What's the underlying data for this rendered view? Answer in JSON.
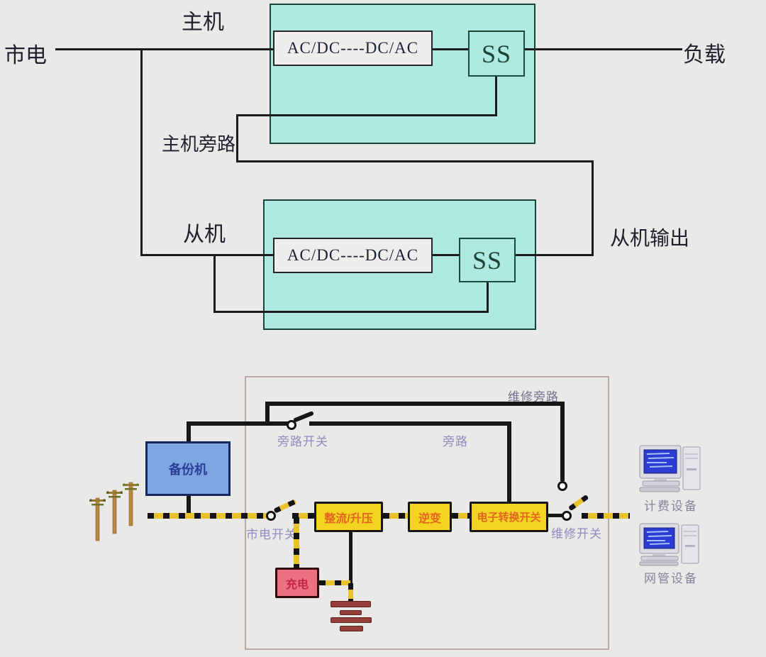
{
  "top": {
    "mains_label": "市电",
    "master_label": "主机",
    "master_converter": "AC/DC----DC/AC",
    "master_ss": "SS",
    "master_bypass_label": "主机旁路",
    "slave_label": "从机",
    "slave_converter": "AC/DC----DC/AC",
    "slave_ss": "SS",
    "load_label": "负载",
    "slave_output_label": "从机输出"
  },
  "bottom": {
    "maintenance_bypass_label": "维修旁路",
    "bypass_switch_label": "旁路开关",
    "bypass_label": "旁路",
    "backup_unit_label": "备份机",
    "mains_switch_label": "市电开关",
    "rectifier_label": "整流/升压",
    "inverter_label": "逆变",
    "transfer_switch_label": "电子转换开关",
    "maintenance_switch_label": "维修开关",
    "charger_label": "充电",
    "billing_equipment_label": "计费设备",
    "network_equipment_label": "网管设备"
  },
  "colors": {
    "background": "#e9e9e7",
    "unit_fill": "#aeeae2",
    "unit_border": "#17453a",
    "converter_fill": "#efeeec",
    "diagram_line": "#1c1c1c",
    "thick_line": "#161616",
    "stripe_yellow": "#e9c32a",
    "backup_fill": "#7da6e3",
    "backup_border": "#15265b",
    "backup_text": "#2b3f97",
    "module_fill": "#f3d420",
    "module_text": "#e2661f",
    "charger_fill": "#ec7181",
    "charger_text": "#c42746",
    "label_purple": "#938ac0",
    "label_gray": "#83859a",
    "ground_bar": "#943f3b",
    "frame_border": "#bcaaa0",
    "pole_brown": "#b9873f",
    "screen_blue": "#2b3bd4"
  }
}
